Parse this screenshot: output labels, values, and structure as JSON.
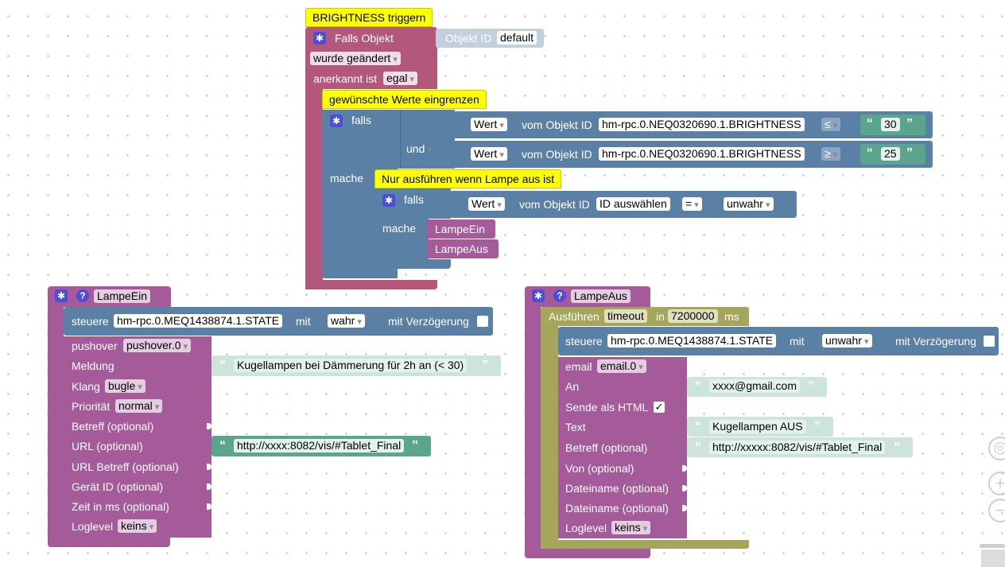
{
  "colors": {
    "event": "#b3577b",
    "logic": "#5b80a5",
    "function": "#a55b9a",
    "text": "#5ba58c",
    "timeout": "#a5a55b",
    "comment": "#ffff00"
  },
  "trigger": {
    "comment": "BRIGHTNESS triggern",
    "falls_objekt": "Falls Objekt",
    "objekt_id_label": "Objekt ID",
    "objekt_id_value": "default",
    "wurde_geaendert": "wurde geändert",
    "anerkannt_label": "anerkannt ist",
    "anerkannt_value": "egal",
    "if_comment": "gewünschte Werte eingrenzen",
    "falls": "falls",
    "und": "und",
    "mache": "mache",
    "cond1": {
      "wert": "Wert",
      "vom": "vom Objekt ID",
      "oid": "hm-rpc.0.NEQ0320690.1.BRIGHTNESS",
      "op": "≤",
      "value": "30"
    },
    "cond2": {
      "wert": "Wert",
      "vom": "vom Objekt ID",
      "oid": "hm-rpc.0.NEQ0320690.1.BRIGHTNESS",
      "op": "≥",
      "value": "25"
    },
    "inner_comment": "Nur ausführen wenn Lampe aus ist",
    "inner_falls": "falls",
    "inner_cond": {
      "wert": "Wert",
      "vom": "vom Objekt ID",
      "oid": "ID auswählen",
      "op": "=",
      "value": "unwahr"
    },
    "inner_mache": "mache",
    "call1": "LampeEin",
    "call2": "LampeAus"
  },
  "lampe_ein": {
    "name": "LampeEin",
    "steuere": "steuere",
    "oid": "hm-rpc.0.MEQ1438874.1.STATE",
    "mit": "mit",
    "value": "wahr",
    "delay": "mit Verzögerung",
    "pushover_label": "pushover",
    "pushover_value": "pushover.0",
    "meldung": "Meldung",
    "meldung_text": "Kugellampen bei Dämmerung für 2h an (< 30)",
    "klang": "Klang",
    "klang_value": "bugle",
    "prioritaet": "Priorität",
    "prioritaet_value": "normal",
    "betreff": "Betreff (optional)",
    "url": "URL (optional)",
    "url_text": "http://xxxx:8082/vis/#Tablet_Final",
    "url_betreff": "URL Betreff (optional)",
    "geraet": "Gerät ID (optional)",
    "zeit": "Zeit in ms (optional)",
    "loglevel": "Loglevel",
    "loglevel_value": "keins"
  },
  "lampe_aus": {
    "name": "LampeAus",
    "ausfuehren": "Ausführen",
    "timeout_value": "timeout",
    "in": "in",
    "ms_value": "7200000",
    "ms": "ms",
    "steuere": "steuere",
    "oid": "hm-rpc.0.MEQ1438874.1.STATE",
    "mit": "mit",
    "value": "unwahr",
    "delay": "mit Verzögerung",
    "email_label": "email",
    "email_value": "email.0",
    "an": "An",
    "an_text": "xxxx@gmail.com",
    "html_label": "Sende als HTML",
    "html_check": "✓",
    "text_label": "Text",
    "text_value": "Kugellampen AUS",
    "betreff": "Betreff (optional)",
    "betreff_text": "http://xxxxx:8082/vis/#Tablet_Final",
    "von": "Von (optional)",
    "datei1": "Dateiname (optional)",
    "datei2": "Dateiname (optional)",
    "loglevel": "Loglevel",
    "loglevel_value": "keins"
  },
  "workspace_controls": {
    "center": "◎",
    "zoom_in": "+",
    "zoom_out": "−",
    "trash": "trash-icon"
  }
}
